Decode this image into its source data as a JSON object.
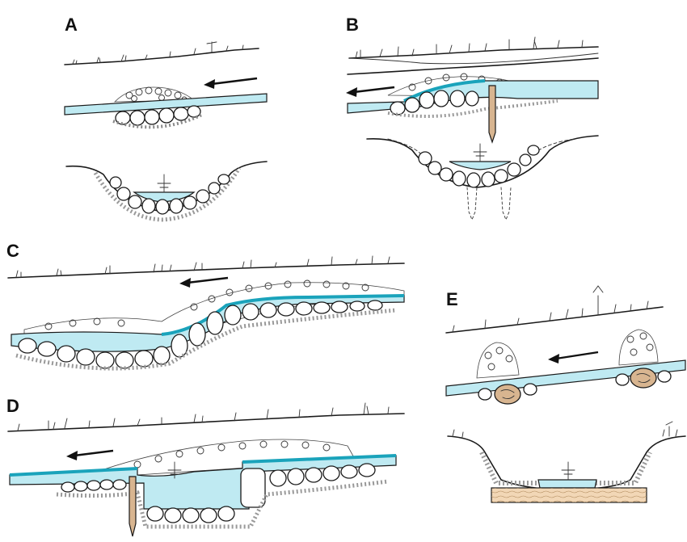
{
  "panels": [
    {
      "id": "A",
      "label": "A"
    },
    {
      "id": "B",
      "label": "B"
    },
    {
      "id": "C",
      "label": "C"
    },
    {
      "id": "D",
      "label": "D"
    },
    {
      "id": "E",
      "label": "E"
    }
  ],
  "colors": {
    "water": "#bfeaf2",
    "water_line": "#1aa3bb",
    "wood_stake": "#d8b590",
    "wood_plank": "#f2d7b6",
    "ink": "#1a1a1a"
  }
}
